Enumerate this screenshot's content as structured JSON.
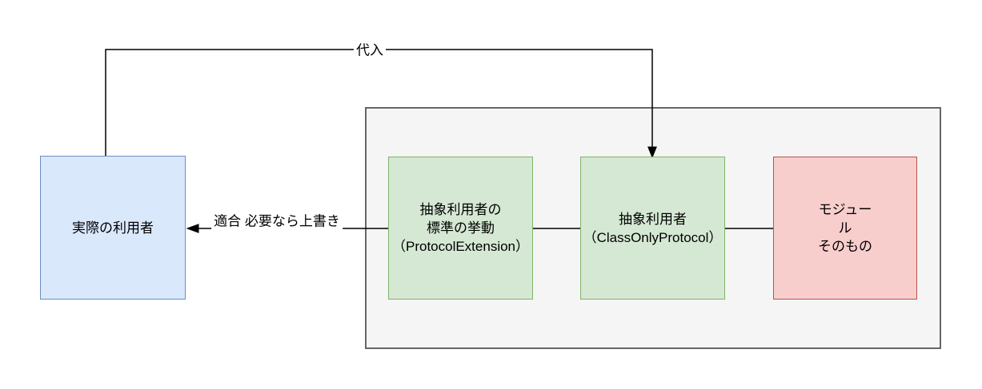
{
  "page": {
    "background": "#ffffff"
  },
  "diagram": {
    "nodes": {
      "actual_user": {
        "label": "実際の利用者",
        "fill": "#dae8fc",
        "stroke": "#6c8ebf"
      },
      "container": {
        "fill": "#f5f5f5",
        "stroke": "#666666"
      },
      "protocol_extension": {
        "lines": [
          "抽象利用者の",
          "標準の挙動",
          "（ProtocolExtension）"
        ],
        "fill": "#d5e8d4",
        "stroke": "#82b366"
      },
      "class_only_protocol": {
        "lines": [
          "抽象利用者",
          "（ClassOnlyProtocol）"
        ],
        "fill": "#d5e8d4",
        "stroke": "#82b366"
      },
      "module": {
        "lines": [
          "モジュー",
          "ル",
          "そのもの"
        ],
        "fill": "#f8cecc",
        "stroke": "#b85450"
      }
    },
    "edges": {
      "line_color": "#000000",
      "assign": {
        "label": "代入"
      },
      "conform": {
        "label_lines": [
          "適合",
          "必要なら上書き"
        ]
      }
    }
  }
}
